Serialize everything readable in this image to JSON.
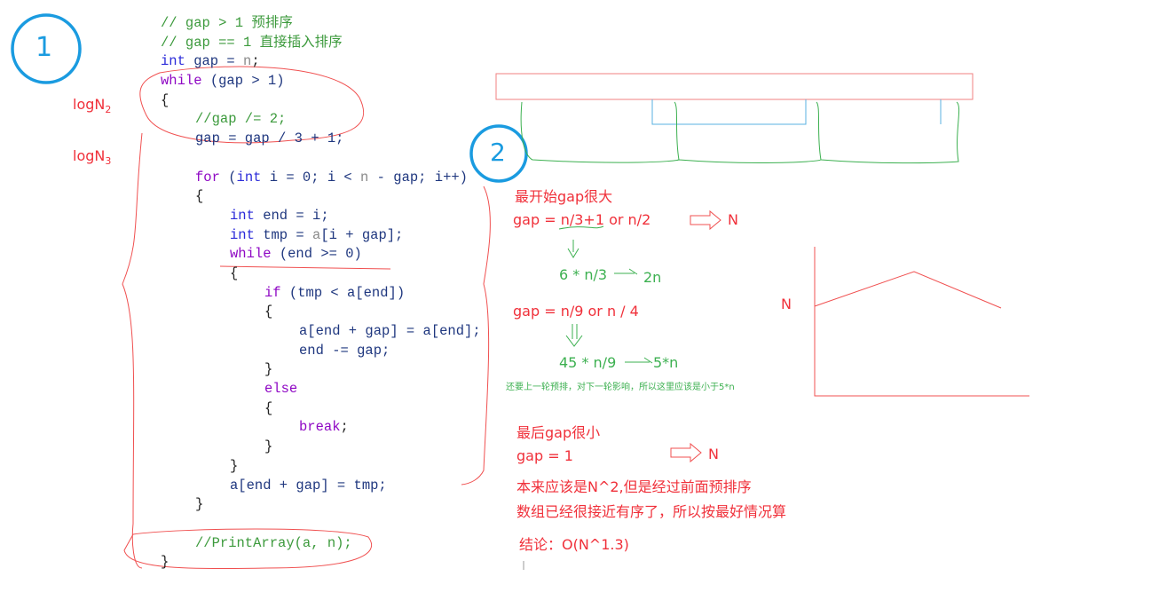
{
  "markers": {
    "one": "1",
    "two": "2"
  },
  "log_labels": [
    {
      "base": "log",
      "n": "N",
      "sub": "2"
    },
    {
      "base": "log",
      "n": "N",
      "sub": "3"
    }
  ],
  "code": [
    {
      "i": 0,
      "t": [
        [
          "// gap > 1 预排序",
          "cm"
        ]
      ]
    },
    {
      "i": 0,
      "t": [
        [
          "// gap == 1 直接插入排序",
          "cm"
        ]
      ]
    },
    {
      "i": 0,
      "t": [
        [
          "int",
          "kw"
        ],
        [
          " gap = ",
          "var"
        ],
        [
          "n",
          "gr"
        ],
        [
          ";",
          "pn"
        ]
      ]
    },
    {
      "i": 0,
      "t": [
        [
          "while",
          "ctl"
        ],
        [
          " (gap > 1)",
          "var"
        ]
      ]
    },
    {
      "i": 0,
      "t": [
        [
          "{",
          "pn"
        ]
      ]
    },
    {
      "i": 1,
      "t": [
        [
          "//gap /= 2;",
          "cm"
        ]
      ]
    },
    {
      "i": 1,
      "t": [
        [
          "gap = gap / 3 + 1;",
          "var"
        ]
      ]
    },
    {
      "i": 0,
      "t": []
    },
    {
      "i": 1,
      "t": [
        [
          "for",
          "ctl"
        ],
        [
          " (",
          "var"
        ],
        [
          "int",
          "kw"
        ],
        [
          " i = 0; i < ",
          "var"
        ],
        [
          "n",
          "gr"
        ],
        [
          " - gap; i++)",
          "var"
        ]
      ]
    },
    {
      "i": 1,
      "t": [
        [
          "{",
          "pn"
        ]
      ]
    },
    {
      "i": 2,
      "t": [
        [
          "int",
          "kw"
        ],
        [
          " end = i;",
          "var"
        ]
      ]
    },
    {
      "i": 2,
      "t": [
        [
          "int",
          "kw"
        ],
        [
          " tmp = ",
          "var"
        ],
        [
          "a",
          "gr"
        ],
        [
          "[i + gap];",
          "var"
        ]
      ]
    },
    {
      "i": 2,
      "t": [
        [
          "while",
          "ctl"
        ],
        [
          " (end >= 0)",
          "var"
        ]
      ]
    },
    {
      "i": 2,
      "t": [
        [
          "{",
          "pn"
        ]
      ]
    },
    {
      "i": 3,
      "t": [
        [
          "if",
          "ctl"
        ],
        [
          " (tmp < a[end])",
          "var"
        ]
      ]
    },
    {
      "i": 3,
      "t": [
        [
          "{",
          "pn"
        ]
      ]
    },
    {
      "i": 4,
      "t": [
        [
          "a[end + gap] = a[end];",
          "var"
        ]
      ]
    },
    {
      "i": 4,
      "t": [
        [
          "end -= gap;",
          "var"
        ]
      ]
    },
    {
      "i": 3,
      "t": [
        [
          "}",
          "pn"
        ]
      ]
    },
    {
      "i": 3,
      "t": [
        [
          "else",
          "ctl"
        ]
      ]
    },
    {
      "i": 3,
      "t": [
        [
          "{",
          "pn"
        ]
      ]
    },
    {
      "i": 4,
      "t": [
        [
          "break",
          "ctl"
        ],
        [
          ";",
          "pn"
        ]
      ]
    },
    {
      "i": 3,
      "t": [
        [
          "}",
          "pn"
        ]
      ]
    },
    {
      "i": 2,
      "t": [
        [
          "}",
          "pn"
        ]
      ]
    },
    {
      "i": 2,
      "t": [
        [
          "a[end + gap] = tmp;",
          "var"
        ]
      ]
    },
    {
      "i": 1,
      "t": [
        [
          "}",
          "pn"
        ]
      ]
    },
    {
      "i": 0,
      "t": []
    },
    {
      "i": 1,
      "t": [
        [
          "//PrintArray(a, n);",
          "cm"
        ]
      ]
    },
    {
      "i": 0,
      "t": [
        [
          "}",
          "pn"
        ]
      ]
    }
  ],
  "notes": {
    "start_big": "最开始gap很大",
    "gap1": "gap = n/3+1 or n/2",
    "gap1_result": "N",
    "step1": "6 * n/3",
    "step1_result": "2n",
    "gap2": "gap = n/9 or n / 4",
    "step2": "45 * n/9",
    "step2_result": "5*n",
    "remark": "还要上一轮预排，对下一轮影响，所以这里应该是小于5*n",
    "graph_label": "N",
    "end_small": "最后gap很小",
    "gap_last": "gap = 1",
    "gap_last_result": "N",
    "explain1": "本来应该是N^2,但是经过前面预排序",
    "explain2": "数组已经很接近有序了，所以按最好情况算",
    "conclusion": "结论：O(N^1.3)"
  }
}
